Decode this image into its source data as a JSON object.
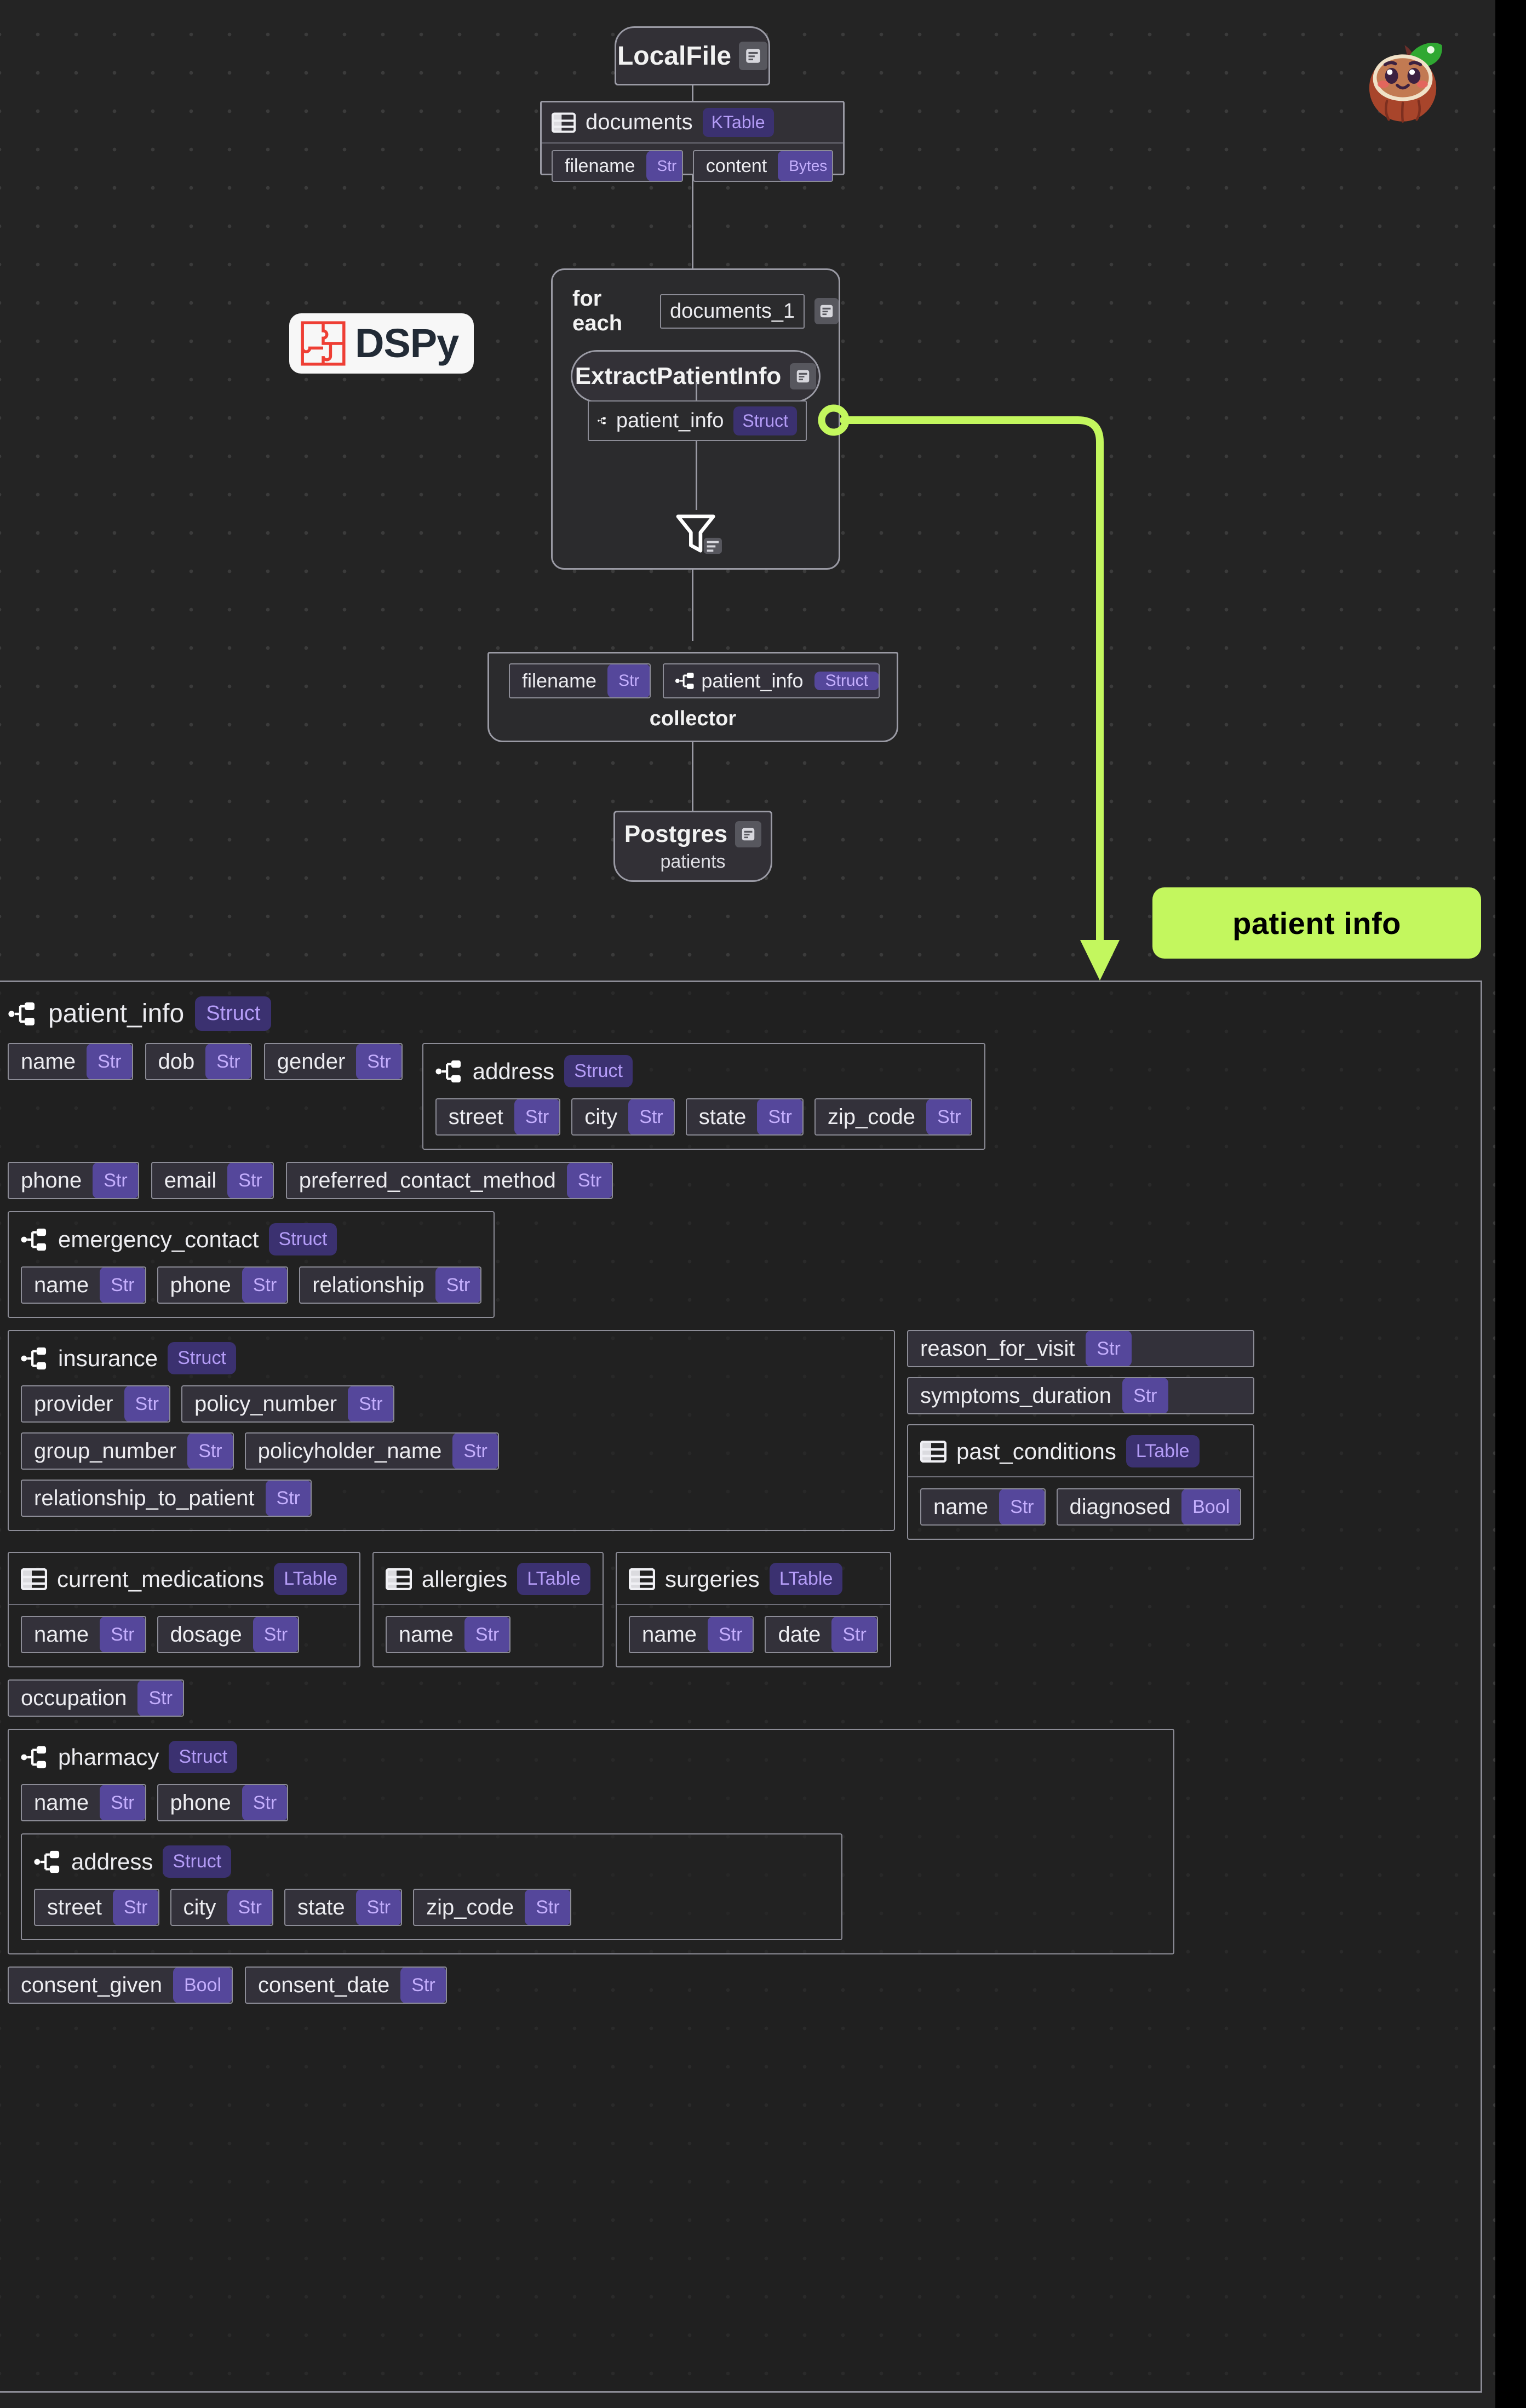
{
  "canvas": {
    "background_color": "#242424",
    "dot_color": "#3b3b3b",
    "accent_green": "#c3f75e",
    "type_badge_bg": "#3b3170",
    "type_badge_text": "#b49cf7"
  },
  "mascot": {
    "name": "coconut-mascot"
  },
  "dspy_logo": {
    "text": "DSPy",
    "icon": "puzzle-icon",
    "icon_color": "#ee3e34"
  },
  "flow": {
    "source_node": {
      "title": "LocalFile",
      "icon": "document-icon"
    },
    "source_table": {
      "name": "documents",
      "type": "KTable",
      "icon": "table-icon",
      "fields": [
        {
          "name": "filename",
          "type": "Str"
        },
        {
          "name": "content",
          "type": "Bytes"
        }
      ]
    },
    "loop": {
      "prefix": "for each",
      "iterable": "documents_1",
      "icon": "document-icon",
      "module": {
        "title": "ExtractPatientInfo",
        "icon": "document-icon"
      },
      "output": {
        "name": "patient_info",
        "type": "Struct",
        "icon": "struct-icon"
      },
      "filter_icon": "funnel-icon"
    },
    "collector": {
      "label": "collector",
      "fields": [
        {
          "name": "filename",
          "type": "Str",
          "icon": null
        },
        {
          "name": "patient_info",
          "type": "Struct",
          "icon": "struct-icon"
        }
      ]
    },
    "sink_node": {
      "title": "Postgres",
      "subtitle": "patients",
      "icon": "document-icon"
    }
  },
  "badge": {
    "label": "patient info"
  },
  "schema": {
    "root": {
      "name": "patient_info",
      "type": "Struct",
      "icon": "struct-icon"
    },
    "basic_fields": [
      {
        "name": "name",
        "type": "Str"
      },
      {
        "name": "dob",
        "type": "Str"
      },
      {
        "name": "gender",
        "type": "Str"
      }
    ],
    "address": {
      "name": "address",
      "type": "Struct",
      "icon": "struct-icon",
      "fields": [
        {
          "name": "street",
          "type": "Str"
        },
        {
          "name": "city",
          "type": "Str"
        },
        {
          "name": "state",
          "type": "Str"
        },
        {
          "name": "zip_code",
          "type": "Str"
        }
      ]
    },
    "contact_fields": [
      {
        "name": "phone",
        "type": "Str"
      },
      {
        "name": "email",
        "type": "Str"
      },
      {
        "name": "preferred_contact_method",
        "type": "Str"
      }
    ],
    "emergency_contact": {
      "name": "emergency_contact",
      "type": "Struct",
      "icon": "struct-icon",
      "fields": [
        {
          "name": "name",
          "type": "Str"
        },
        {
          "name": "phone",
          "type": "Str"
        },
        {
          "name": "relationship",
          "type": "Str"
        }
      ]
    },
    "insurance": {
      "name": "insurance",
      "type": "Struct",
      "icon": "struct-icon",
      "rows": [
        [
          {
            "name": "provider",
            "type": "Str"
          },
          {
            "name": "policy_number",
            "type": "Str"
          }
        ],
        [
          {
            "name": "group_number",
            "type": "Str"
          },
          {
            "name": "policyholder_name",
            "type": "Str"
          }
        ],
        [
          {
            "name": "relationship_to_patient",
            "type": "Str"
          }
        ]
      ]
    },
    "visit_fields": [
      {
        "name": "reason_for_visit",
        "type": "Str"
      },
      {
        "name": "symptoms_duration",
        "type": "Str"
      }
    ],
    "past_conditions": {
      "name": "past_conditions",
      "type": "LTable",
      "icon": "table-icon",
      "fields": [
        {
          "name": "name",
          "type": "Str"
        },
        {
          "name": "diagnosed",
          "type": "Bool"
        }
      ]
    },
    "current_medications": {
      "name": "current_medications",
      "type": "LTable",
      "icon": "table-icon",
      "fields": [
        {
          "name": "name",
          "type": "Str"
        },
        {
          "name": "dosage",
          "type": "Str"
        }
      ]
    },
    "allergies": {
      "name": "allergies",
      "type": "LTable",
      "icon": "table-icon",
      "fields": [
        {
          "name": "name",
          "type": "Str"
        }
      ]
    },
    "surgeries": {
      "name": "surgeries",
      "type": "LTable",
      "icon": "table-icon",
      "fields": [
        {
          "name": "name",
          "type": "Str"
        },
        {
          "name": "date",
          "type": "Str"
        }
      ]
    },
    "occupation": {
      "name": "occupation",
      "type": "Str"
    },
    "pharmacy": {
      "name": "pharmacy",
      "type": "Struct",
      "icon": "struct-icon",
      "fields": [
        {
          "name": "name",
          "type": "Str"
        },
        {
          "name": "phone",
          "type": "Str"
        }
      ],
      "address": {
        "name": "address",
        "type": "Struct",
        "icon": "struct-icon",
        "fields": [
          {
            "name": "street",
            "type": "Str"
          },
          {
            "name": "city",
            "type": "Str"
          },
          {
            "name": "state",
            "type": "Str"
          },
          {
            "name": "zip_code",
            "type": "Str"
          }
        ]
      }
    },
    "consent_fields": [
      {
        "name": "consent_given",
        "type": "Bool"
      },
      {
        "name": "consent_date",
        "type": "Str"
      }
    ]
  }
}
